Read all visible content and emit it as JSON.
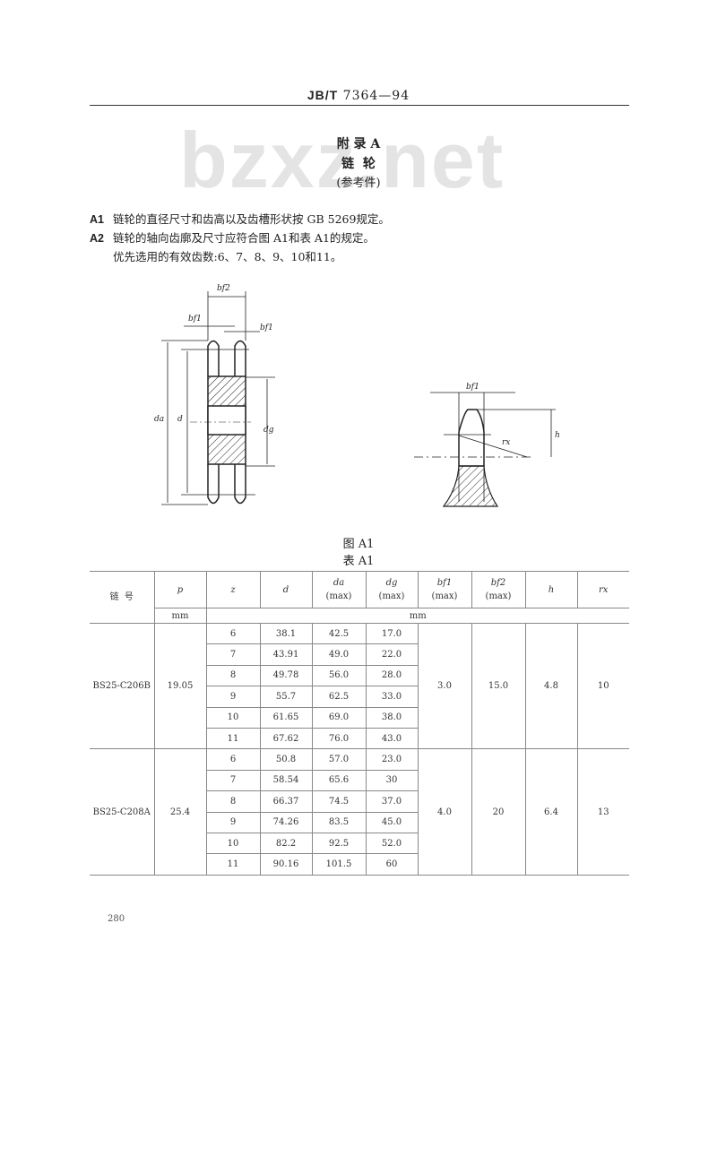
{
  "header": {
    "std_prefix": "JB/T",
    "std_number": "7364—94"
  },
  "watermark": "bzxz.net",
  "appendix": {
    "title": "附 录 A",
    "subtitle": "链  轮",
    "note": "(参考件)"
  },
  "paragraphs": [
    {
      "num": "A1",
      "text": "链轮的直径尺寸和齿高以及齿槽形状按 GB 5269规定。"
    },
    {
      "num": "A2",
      "text": "链轮的轴向齿廓及尺寸应符合图 A1和表 A1的规定。"
    },
    {
      "num": "",
      "text": "优先选用的有效齿数:6、7、8、9、10和11。"
    }
  ],
  "figure": {
    "labels": {
      "bf2": "bf2",
      "bf1_left": "bf1",
      "bf1_right": "bf1",
      "da": "da",
      "d": "d",
      "dg": "dg",
      "bf1_detail": "bf1",
      "rx": "rx",
      "h": "h"
    },
    "caption": "图 A1"
  },
  "table": {
    "caption": "表 A1",
    "headers": [
      {
        "sym": "链  号",
        "sub": ""
      },
      {
        "sym": "p",
        "sub": ""
      },
      {
        "sym": "z",
        "sub": ""
      },
      {
        "sym": "d",
        "sub": ""
      },
      {
        "sym": "da",
        "sub": "(max)"
      },
      {
        "sym": "dg",
        "sub": "(max)"
      },
      {
        "sym": "bf1",
        "sub": "(max)"
      },
      {
        "sym": "bf2",
        "sub": "(max)"
      },
      {
        "sym": "h",
        "sub": ""
      },
      {
        "sym": "rx",
        "sub": ""
      }
    ],
    "unit_p": "mm",
    "unit_rest": "mm",
    "groups": [
      {
        "chain": "BS25-C206B",
        "p": "19.05",
        "bf1": "3.0",
        "bf2": "15.0",
        "h": "4.8",
        "rx": "10",
        "rows": [
          [
            "6",
            "38.1",
            "42.5",
            "17.0"
          ],
          [
            "7",
            "43.91",
            "49.0",
            "22.0"
          ],
          [
            "8",
            "49.78",
            "56.0",
            "28.0"
          ],
          [
            "9",
            "55.7",
            "62.5",
            "33.0"
          ],
          [
            "10",
            "61.65",
            "69.0",
            "38.0"
          ],
          [
            "11",
            "67.62",
            "76.0",
            "43.0"
          ]
        ]
      },
      {
        "chain": "BS25-C208A",
        "p": "25.4",
        "bf1": "4.0",
        "bf2": "20",
        "h": "6.4",
        "rx": "13",
        "rows": [
          [
            "6",
            "50.8",
            "57.0",
            "23.0"
          ],
          [
            "7",
            "58.54",
            "65.6",
            "30"
          ],
          [
            "8",
            "66.37",
            "74.5",
            "37.0"
          ],
          [
            "9",
            "74.26",
            "83.5",
            "45.0"
          ],
          [
            "10",
            "82.2",
            "92.5",
            "52.0"
          ],
          [
            "11",
            "90.16",
            "101.5",
            "60"
          ]
        ]
      }
    ]
  },
  "page_number": "280"
}
